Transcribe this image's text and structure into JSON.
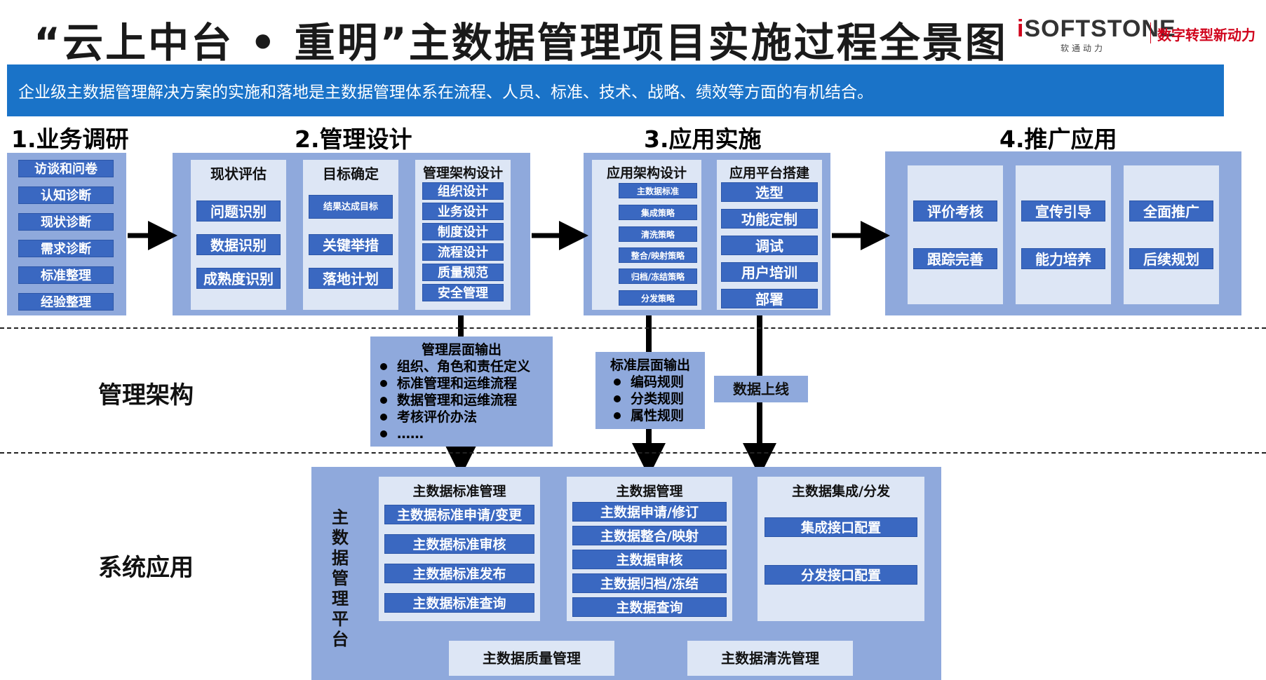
{
  "header": {
    "title": "“云上中台 • 重明”主数据管理项目实施过程全景图",
    "logo_prefix": "i",
    "logo_name": "SOFTSTONE",
    "logo_sub": "软通动力",
    "logo_slogan": "数字转型新动力"
  },
  "banner": {
    "text": "企业级主数据管理解决方案的实施和落地是主数据管理体系在流程、人员、标准、技术、战略、绩效等方面的有机结合。"
  },
  "colors": {
    "banner": "#1a73c8",
    "panel": "#8fa9dc",
    "column": "#dde6f5",
    "button": "#3a68c1"
  },
  "steps": {
    "s1": {
      "title": "1.业务调研",
      "items": [
        "访谈和问卷",
        "认知诊断",
        "现状诊断",
        "需求诊断",
        "标准整理",
        "经验整理"
      ]
    },
    "s2": {
      "title": "2.管理设计",
      "cols": [
        {
          "head": "现状评估",
          "items": [
            "问题识别",
            "数据识别",
            "成熟度识别"
          ]
        },
        {
          "head": "目标确定",
          "items": [
            "结果达成目标",
            "关键举措",
            "落地计划"
          ]
        },
        {
          "head": "管理架构设计",
          "items": [
            "组织设计",
            "业务设计",
            "制度设计",
            "流程设计",
            "质量规范",
            "安全管理"
          ]
        }
      ]
    },
    "s3": {
      "title": "3.应用实施",
      "cols": [
        {
          "head": "应用架构设计",
          "items": [
            "主数据标准",
            "集成策略",
            "清洗策略",
            "整合/映射策略",
            "归档/冻结策略",
            "分发策略"
          ]
        },
        {
          "head": "应用平台搭建",
          "items": [
            "选型",
            "功能定制",
            "调试",
            "用户培训",
            "部署"
          ]
        }
      ]
    },
    "s4": {
      "title": "4.推广应用",
      "cols": [
        {
          "items": [
            "评价考核",
            "跟踪完善"
          ]
        },
        {
          "items": [
            "宣传引导",
            "能力培养"
          ]
        },
        {
          "items": [
            "全面推广",
            "后续规划"
          ]
        }
      ]
    }
  },
  "sections": {
    "mgmt": "管理架构",
    "sys": "系统应用"
  },
  "outputs": {
    "mgmt": {
      "title": "管理层面输出",
      "items": [
        "组织、角色和责任定义",
        "标准管理和运维流程",
        "数据管理和运维流程",
        "考核评价办法",
        "……"
      ]
    },
    "std": {
      "title": "标准层面输出",
      "items": [
        "编码规则",
        "分类规则",
        "属性规则"
      ]
    },
    "online": "数据上线"
  },
  "platform": {
    "label": [
      "主",
      "数",
      "据",
      "管",
      "理",
      "平",
      "台"
    ],
    "cols": [
      {
        "head": "主数据标准管理",
        "items": [
          "主数据标准申请/变更",
          "主数据标准审核",
          "主数据标准发布",
          "主数据标准查询"
        ]
      },
      {
        "head": "主数据管理",
        "items": [
          "主数据申请/修订",
          "主数据整合/映射",
          "主数据审核",
          "主数据归档/冻结",
          "主数据查询"
        ]
      },
      {
        "head": "主数据集成/分发",
        "items": [
          "集成接口配置",
          "分发接口配置"
        ]
      }
    ],
    "quality": "主数据质量管理",
    "cleansing": "主数据清洗管理"
  }
}
